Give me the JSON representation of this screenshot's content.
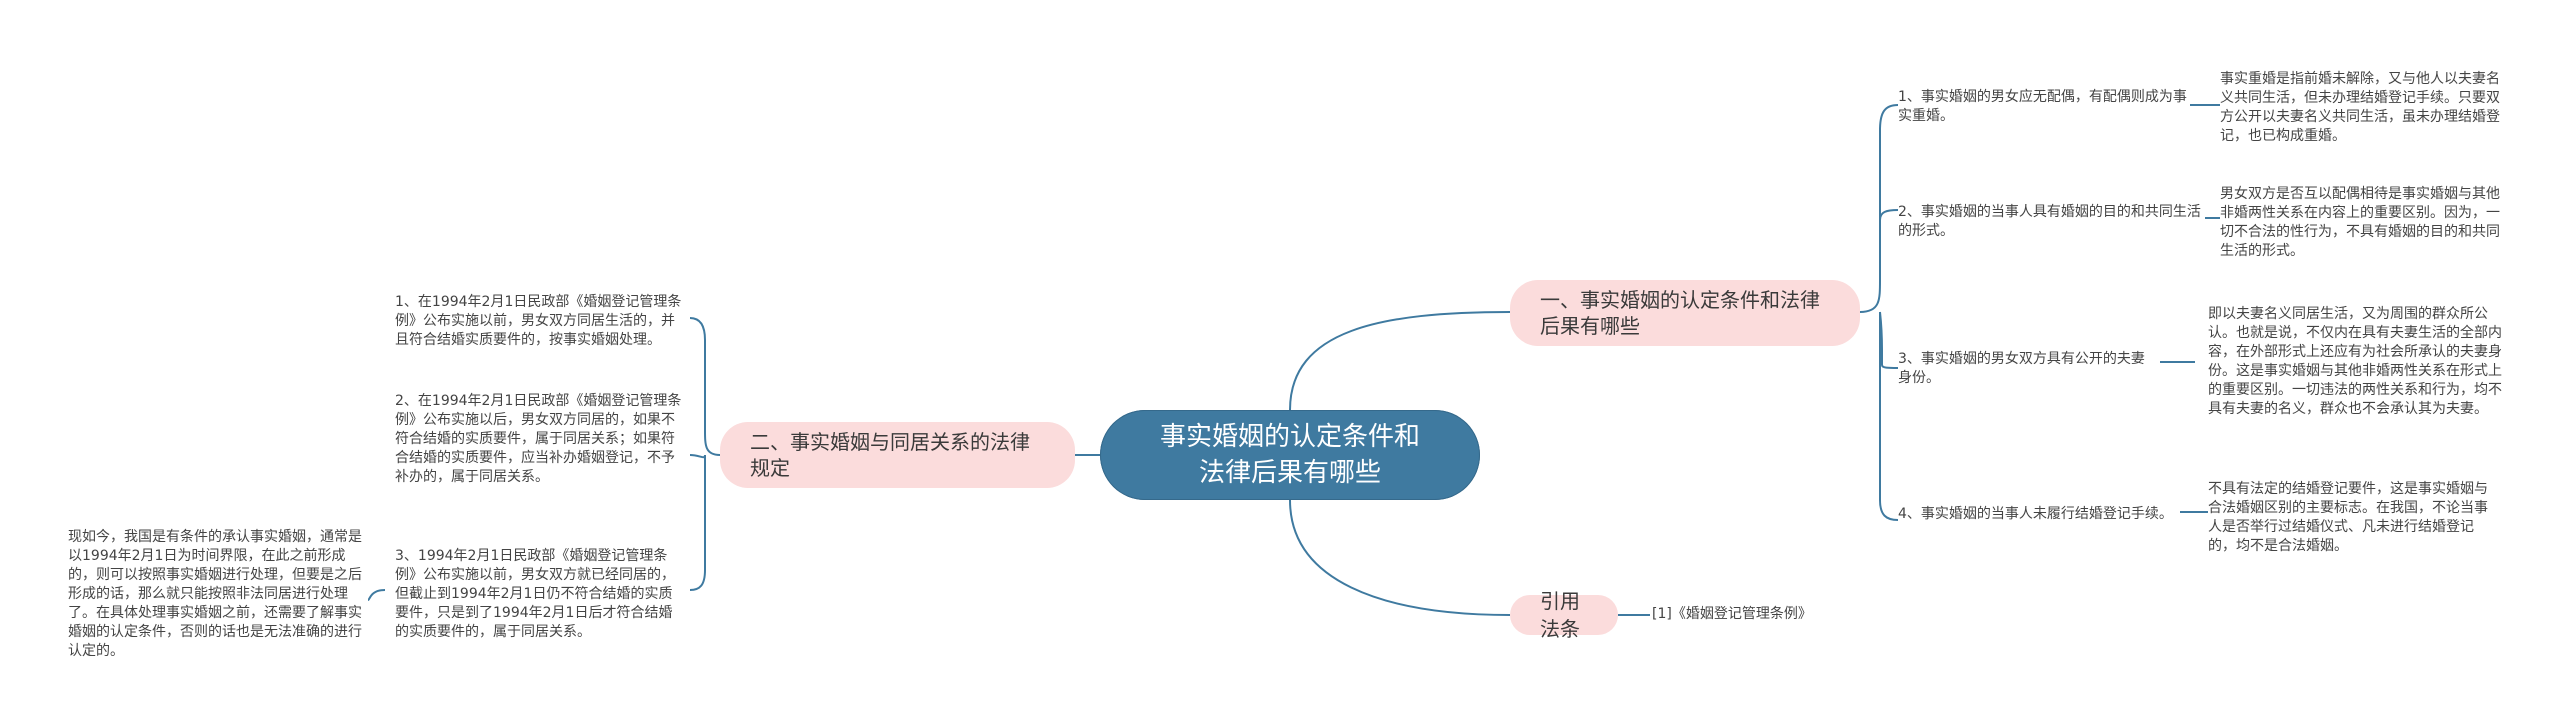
{
  "root": {
    "title": "事实婚姻的认定条件和法律后果有哪些"
  },
  "colors": {
    "root": "#3f7aa0",
    "branch": "#fbdcdc",
    "line": "#3f7aa0"
  },
  "right_branches": [
    {
      "label": "一、事实婚姻的认定条件和法律后果有哪些",
      "children": [
        {
          "label": "1、事实婚姻的男女应无配偶，有配偶则成为事实重婚。",
          "detail": "事实重婚是指前婚未解除，又与他人以夫妻名义共同生活，但未办理结婚登记手续。只要双方公开以夫妻名义共同生活，虽未办理结婚登记，也已构成重婚。"
        },
        {
          "label": "2、事实婚姻的当事人具有婚姻的目的和共同生活的形式。",
          "detail": "男女双方是否互以配偶相待是事实婚姻与其他非婚两性关系在内容上的重要区别。因为，一切不合法的性行为，不具有婚姻的目的和共同生活的形式。"
        },
        {
          "label": "3、事实婚姻的男女双方具有公开的夫妻身份。",
          "detail": "即以夫妻名义同居生活，又为周围的群众所公认。也就是说，不仅内在具有夫妻生活的全部内容，在外部形式上还应有为社会所承认的夫妻身份。这是事实婚姻与其他非婚两性关系在形式上的重要区别。一切违法的两性关系和行为，均不具有夫妻的名义，群众也不会承认其为夫妻。"
        },
        {
          "label": "4、事实婚姻的当事人未履行结婚登记手续。",
          "detail": "不具有法定的结婚登记要件，这是事实婚姻与合法婚姻区别的主要标志。在我国，不论当事人是否举行过结婚仪式、凡未进行结婚登记的，均不是合法婚姻。"
        }
      ]
    },
    {
      "label": "引用法条",
      "children": [
        {
          "label": "[1]《婚姻登记管理条例》"
        }
      ]
    }
  ],
  "left_branch": {
    "label": "二、事实婚姻与同居关系的法律规定",
    "children": [
      {
        "label": "1、在1994年2月1日民政部《婚姻登记管理条例》公布实施以前，男女双方同居生活的，并且符合结婚实质要件的，按事实婚姻处理。"
      },
      {
        "label": "2、在1994年2月1日民政部《婚姻登记管理条例》公布实施以后，男女双方同居的，如果不符合结婚的实质要件，属于同居关系；如果符合结婚的实质要件，应当补办婚姻登记，不予补办的，属于同居关系。"
      },
      {
        "label": "3、1994年2月1日民政部《婚姻登记管理条例》公布实施以前，男女双方就已经同居的，但截止到1994年2月1日仍不符合结婚的实质要件，只是到了1994年2月1日后才符合结婚的实质要件的，属于同居关系。",
        "detail": "现如今，我国是有条件的承认事实婚姻，通常是以1994年2月1日为时间界限，在此之前形成的，则可以按照事实婚姻进行处理，但要是之后形成的话，那么就只能按照非法同居进行处理了。在具体处理事实婚姻之前，还需要了解事实婚姻的认定条件，否则的话也是无法准确的进行认定的。"
      }
    ]
  }
}
